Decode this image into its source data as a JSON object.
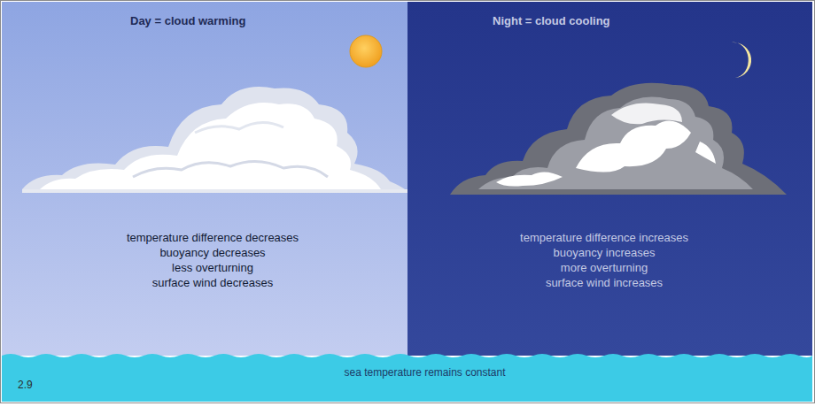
{
  "diagram": {
    "nodes": [
      {
        "text": [
          "Day = cloud warming",
          "temperature difference decreases",
          "buoyancy decreases",
          "less overturning",
          "surface wind decreases"
        ]
      },
      {
        "text": [
          "Night = cloud cooling",
          "temperature difference increases",
          "buoyancy increases",
          "more overturning",
          "surface wind increases"
        ]
      },
      {
        "text": [
          "sea temperature remains constant"
        ]
      }
    ],
    "labels": [
      "2.9"
    ]
  }
}
